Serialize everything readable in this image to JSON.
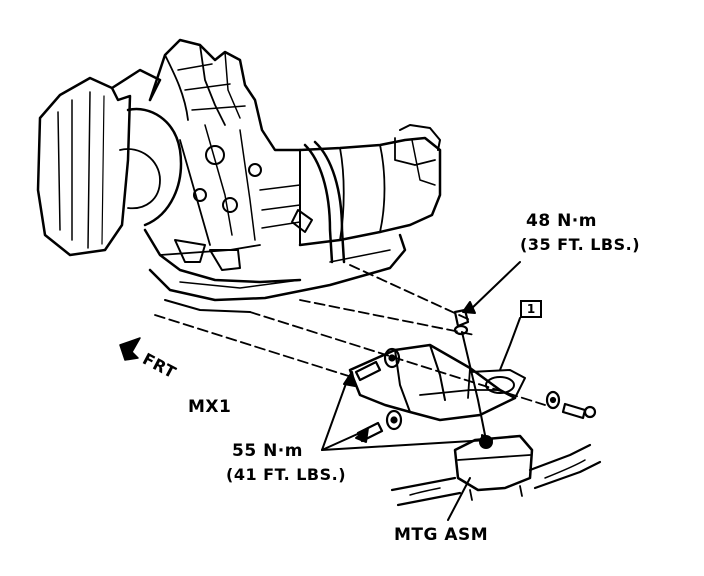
{
  "labels": {
    "torque_upper_metric": "48 N·m",
    "torque_upper_imperial": "(35 FT. LBS.)",
    "torque_lower_metric": "55 N·m",
    "torque_lower_imperial": "(41 FT. LBS.)",
    "model": "MX1",
    "front": "FRT",
    "mount": "MTG ASM",
    "callout": "1"
  },
  "colors": {
    "ink": "#000000",
    "paper": "#ffffff"
  },
  "icons": {
    "front_direction": "front-arrow-icon"
  }
}
